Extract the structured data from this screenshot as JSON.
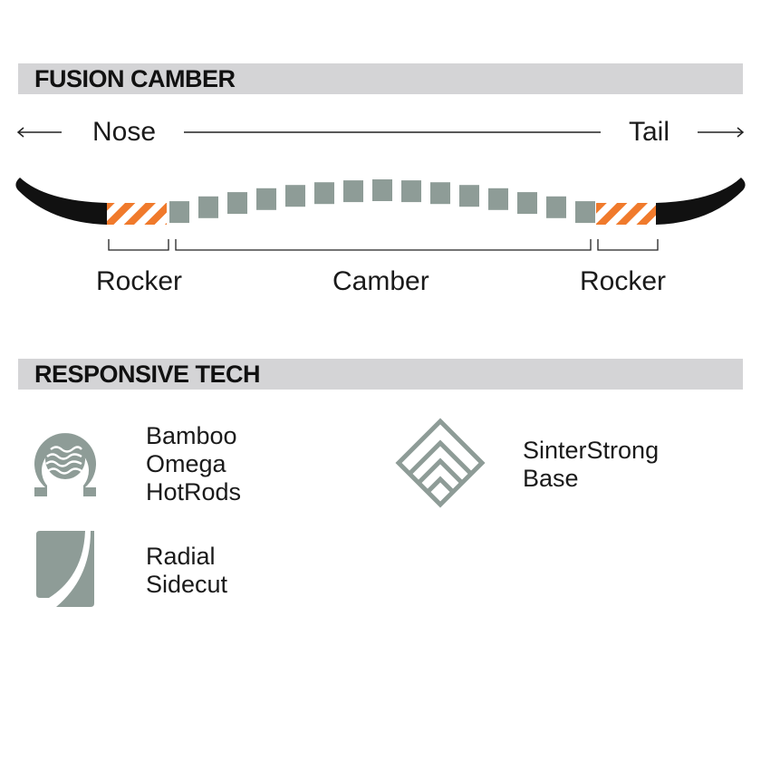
{
  "camber_section": {
    "title": "FUSION CAMBER",
    "direction": {
      "nose": "Nose",
      "tail": "Tail"
    },
    "zones": {
      "left": "Rocker",
      "center": "Camber",
      "right": "Rocker"
    }
  },
  "tech_section": {
    "title": "RESPONSIVE TECH",
    "items": [
      {
        "icon": "omega-bamboo-icon",
        "lines": [
          "Bamboo",
          "Omega",
          "HotRods"
        ]
      },
      {
        "icon": "layered-diamond-icon",
        "lines": [
          "SinterStrong",
          "Base"
        ]
      },
      {
        "icon": "radial-sidecut-icon",
        "lines": [
          "Radial",
          "Sidecut"
        ]
      }
    ]
  },
  "colors": {
    "header_bar": "#d4d4d6",
    "tip": "#111111",
    "rocker_stripe": "#f07a2c",
    "camber_block": "#8e9c97",
    "icon": "#8e9c97"
  }
}
